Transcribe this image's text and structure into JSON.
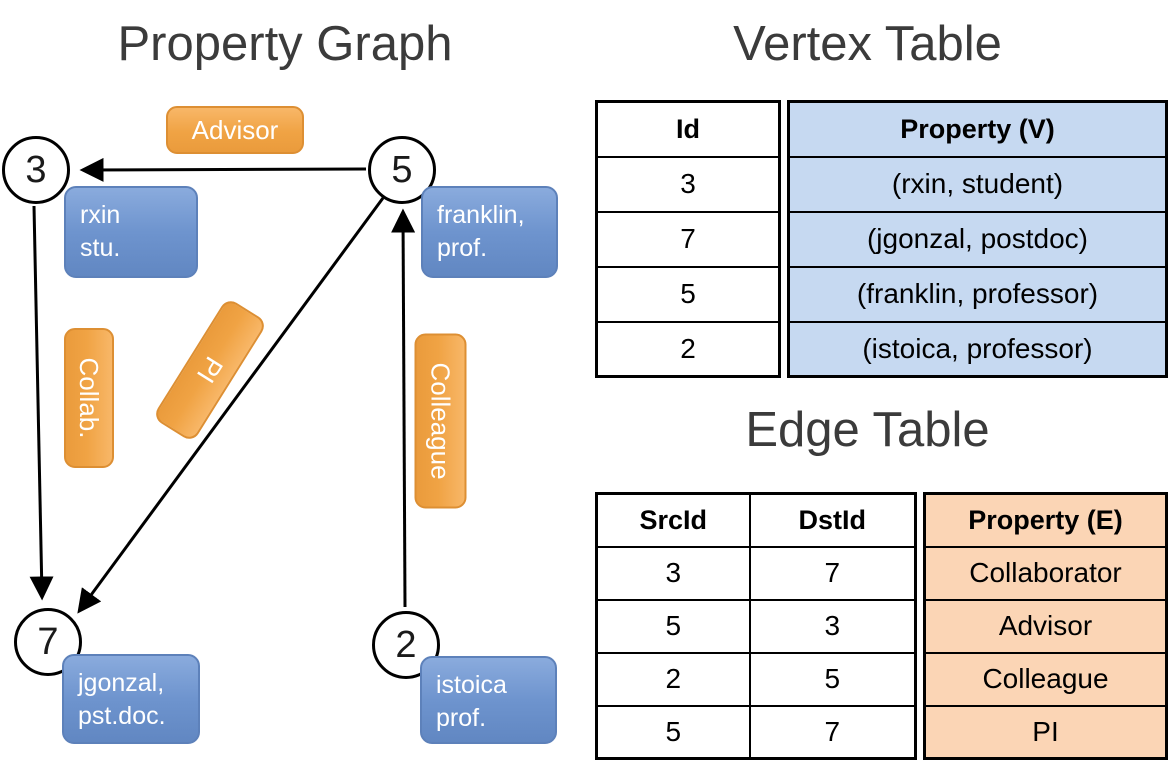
{
  "titles": {
    "graph": "Property Graph",
    "vertex_table": "Vertex Table",
    "edge_table": "Edge Table"
  },
  "graph": {
    "vertices": [
      {
        "id": "3",
        "property_line1": "rxin",
        "property_line2": "stu."
      },
      {
        "id": "5",
        "property_line1": "franklin,",
        "property_line2": "prof."
      },
      {
        "id": "7",
        "property_line1": "jgonzal,",
        "property_line2": "pst.doc."
      },
      {
        "id": "2",
        "property_line1": "istoica",
        "property_line2": "prof."
      }
    ],
    "edges": [
      {
        "label": "Advisor"
      },
      {
        "label": "Collab."
      },
      {
        "label": "PI"
      },
      {
        "label": "Colleague"
      }
    ]
  },
  "vertex_table": {
    "id_header": "Id",
    "property_header": "Property (V)",
    "rows": [
      {
        "id": "3",
        "property": "(rxin, student)"
      },
      {
        "id": "7",
        "property": "(jgonzal, postdoc)"
      },
      {
        "id": "5",
        "property": "(franklin, professor)"
      },
      {
        "id": "2",
        "property": "(istoica, professor)"
      }
    ]
  },
  "edge_table": {
    "src_header": "SrcId",
    "dst_header": "DstId",
    "property_header": "Property (E)",
    "rows": [
      {
        "src": "3",
        "dst": "7",
        "property": "Collaborator"
      },
      {
        "src": "5",
        "dst": "3",
        "property": "Advisor"
      },
      {
        "src": "2",
        "dst": "5",
        "property": "Colleague"
      },
      {
        "src": "5",
        "dst": "7",
        "property": "PI"
      }
    ]
  },
  "colors": {
    "edge_label_fill": "#f0a344",
    "vertex_property_fill": "#6e94ce",
    "vertex_table_cell": "#c6d9f1",
    "edge_table_cell": "#fbd5b5",
    "line_color": "#000000"
  }
}
